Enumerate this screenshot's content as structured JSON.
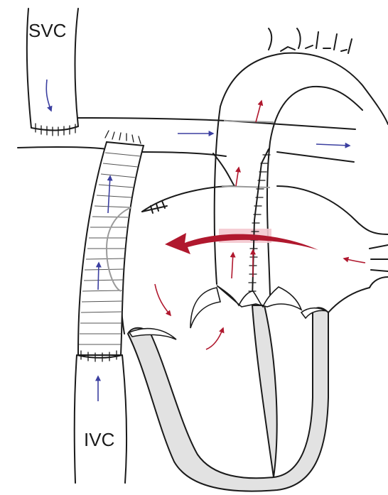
{
  "labels": {
    "svc": "SVC",
    "ivc": "IVC"
  },
  "colors": {
    "venous_arrow": "#3b3fa0",
    "arterial_arrow": "#b0182e",
    "myocardium": "#e2e2e2",
    "outline": "#1a1a1a"
  },
  "icons": [
    "blue-flow-arrow",
    "red-flow-arrow",
    "large-red-shunt-arrow",
    "suture-line"
  ]
}
